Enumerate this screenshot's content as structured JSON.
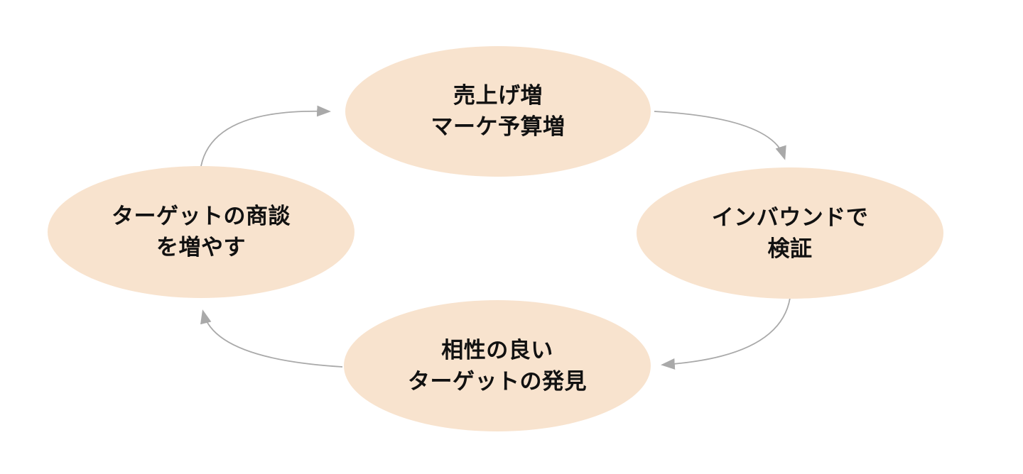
{
  "page": {
    "background": "#FFFFFF"
  },
  "diagram": {
    "type": "cycle",
    "direction": "clockwise",
    "node_fill": "#F8E3CE",
    "arrow_color": "#A9A9A9",
    "text_color": "#111111",
    "nodes": {
      "top": {
        "label": "売上げ増\nマーケ予算増"
      },
      "right": {
        "label": "インバウンドで\n検証"
      },
      "bottom": {
        "label": "相性の良い\nターゲットの発見"
      },
      "left": {
        "label": "ターゲットの商談\nを増やす"
      }
    },
    "arrows": [
      {
        "from": "left",
        "to": "top"
      },
      {
        "from": "top",
        "to": "right"
      },
      {
        "from": "right",
        "to": "bottom"
      },
      {
        "from": "bottom",
        "to": "left"
      }
    ]
  }
}
